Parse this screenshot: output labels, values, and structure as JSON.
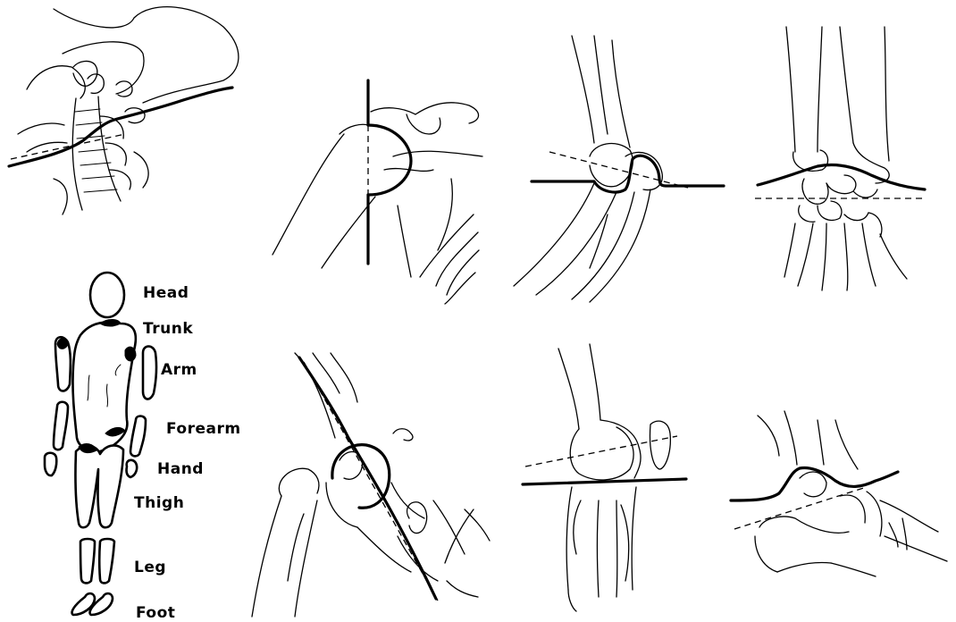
{
  "segments": {
    "head": "Head",
    "trunk": "Trunk",
    "arm": "Arm",
    "forearm": "Forearm",
    "hand": "Hand",
    "thigh": "Thigh",
    "leg": "Leg",
    "foot": "Foot"
  }
}
